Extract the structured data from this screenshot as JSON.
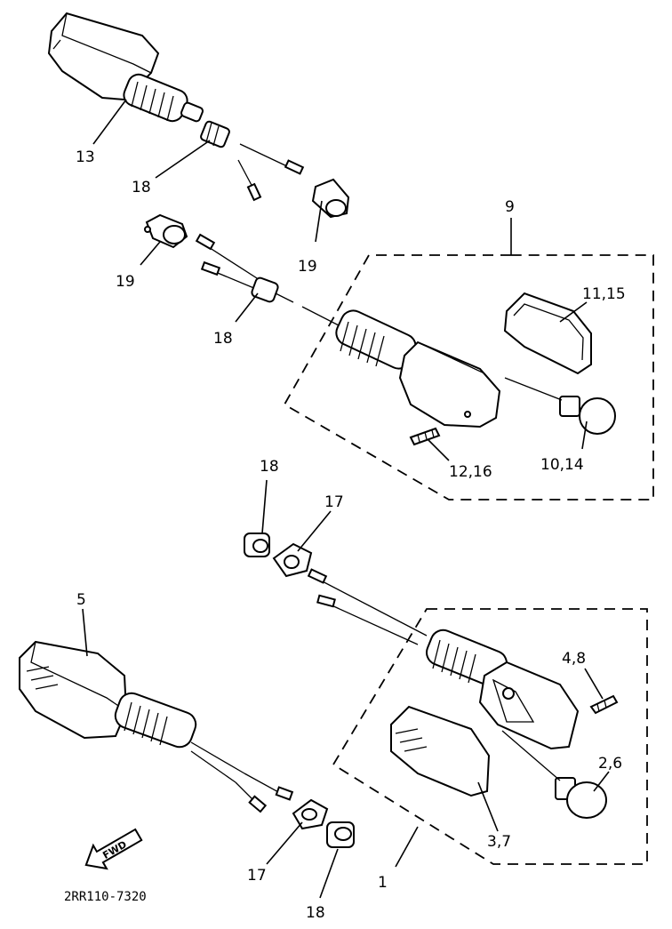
{
  "diagram": {
    "reference_code": "2RR110-7320",
    "fwd_label": "FWD",
    "callouts": {
      "c13": "13",
      "c18_top": "18",
      "c19_left": "19",
      "c19_right": "19",
      "c9": "9",
      "c18_mid": "18",
      "c11_15": "11,15",
      "c10_14": "10,14",
      "c12_16": "12,16",
      "c18_lower": "18",
      "c17_lower": "17",
      "c5": "5",
      "c4_8": "4,8",
      "c2_6": "2,6",
      "c3_7": "3,7",
      "c1": "1",
      "c17_bottom": "17",
      "c18_bottom": "18"
    }
  }
}
